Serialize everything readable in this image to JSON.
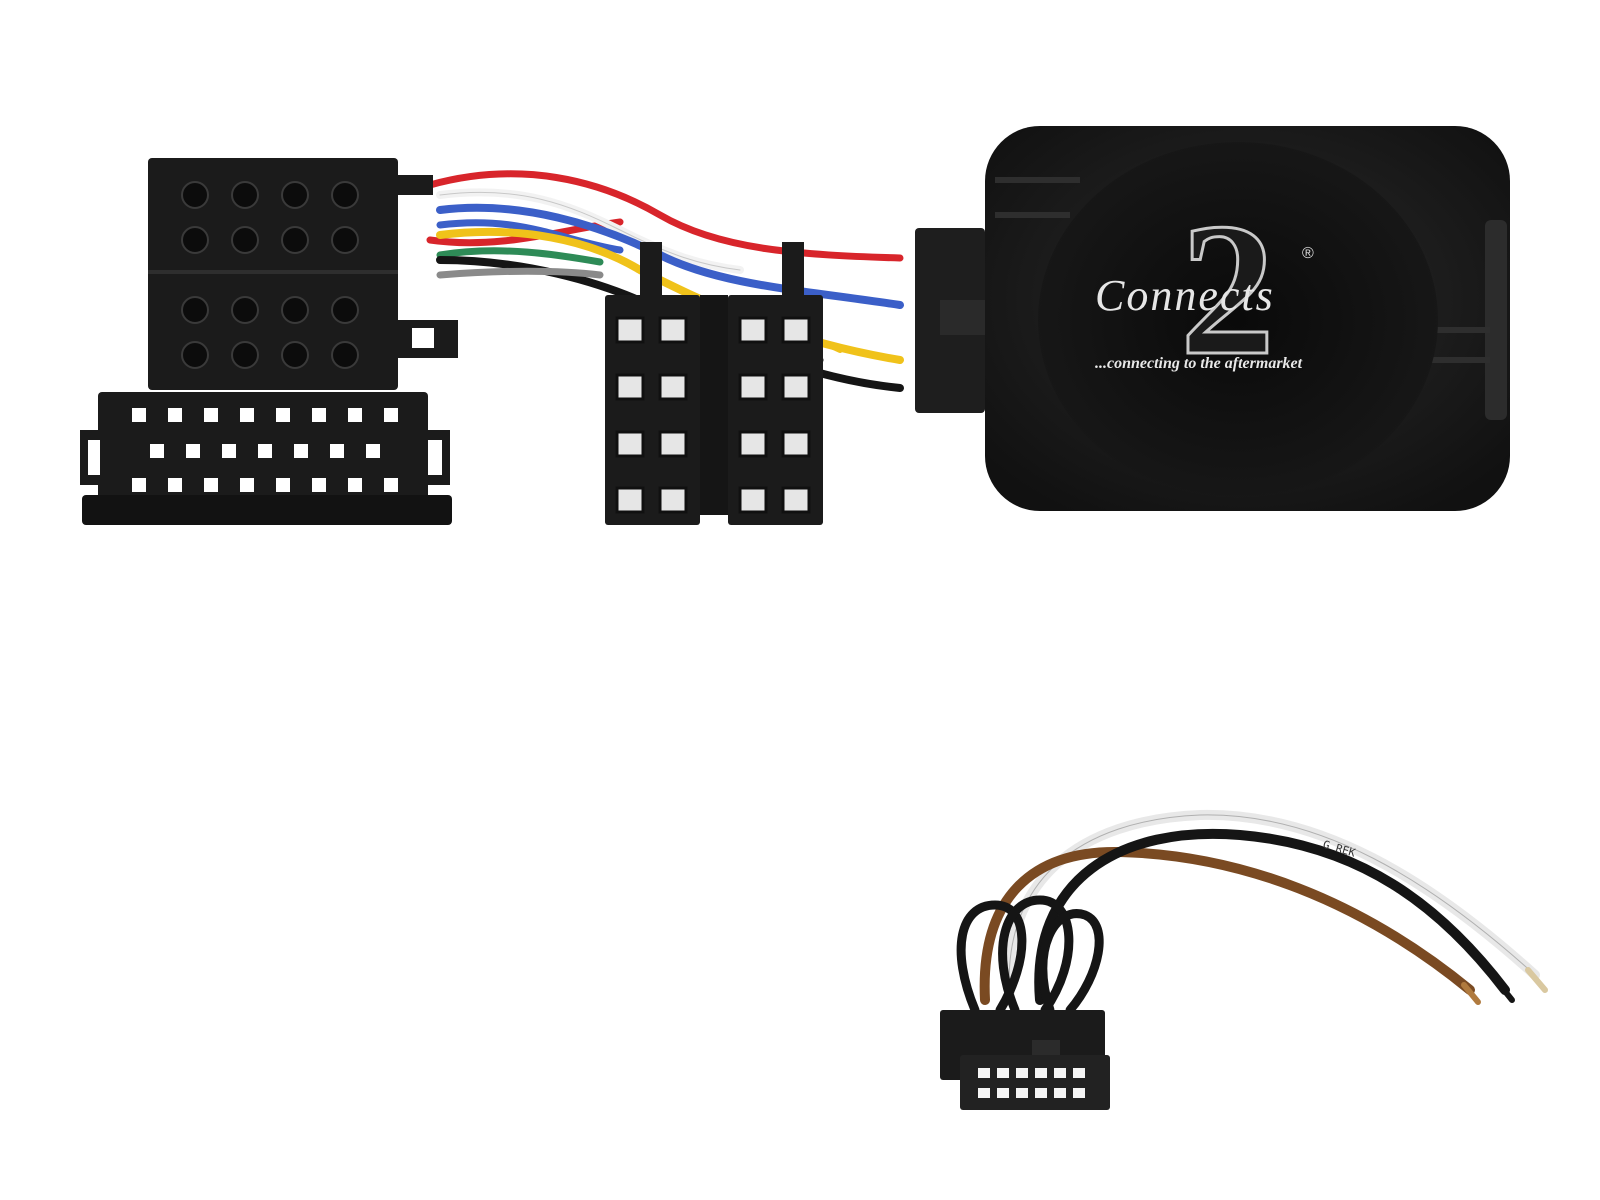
{
  "product": {
    "brand_name": "Connects",
    "brand_numeral": "2",
    "registered_mark": "®",
    "tagline": "...connecting to the aftermarket"
  },
  "cable_print": "G REK",
  "colors": {
    "background": "#ffffff",
    "housing": "#1b1b1b",
    "housing_edge": "#3a3a3a",
    "wire_red": "#d8252b",
    "wire_blue": "#3b5fc8",
    "wire_white": "#f2f2f2",
    "wire_yellow": "#f0c21a",
    "wire_green": "#2e8b57",
    "wire_black": "#151515",
    "wire_brown": "#7a4a22",
    "wire_grey": "#8a8a8a"
  }
}
